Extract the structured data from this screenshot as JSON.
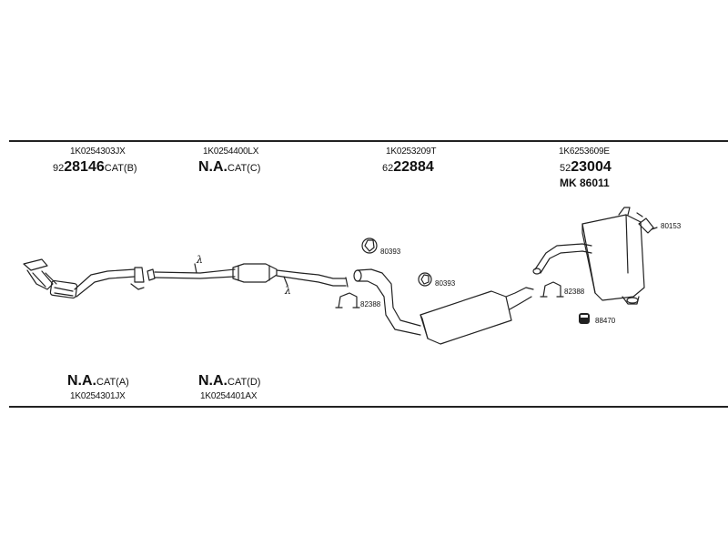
{
  "upper_groups": [
    {
      "ref": "1K0254303JX",
      "prefix": "92",
      "number": "28146",
      "suffix": "CAT(B)"
    },
    {
      "ref": "1K0254400LX",
      "prefix": "",
      "number": "N.A.",
      "suffix": "CAT(C)"
    },
    {
      "ref": "1K0253209T",
      "prefix": "62",
      "number": "22884",
      "suffix": ""
    },
    {
      "ref": "1K6253609E",
      "prefix": "52",
      "number": "23004",
      "suffix": "",
      "extra": "MK  86011"
    }
  ],
  "lower_groups": [
    {
      "number": "N.A.",
      "suffix": "CAT(A)",
      "ref": "1K0254301JX"
    },
    {
      "number": "N.A.",
      "suffix": "CAT(D)",
      "ref": "1K0254401AX"
    }
  ],
  "part_labels": {
    "clamp_top": "80393",
    "clamp_mid": "80393",
    "clamp_left": "82388",
    "clamp_right": "82388",
    "hanger": "80153",
    "rubber": "88470"
  },
  "lambda_symbol": "λ"
}
